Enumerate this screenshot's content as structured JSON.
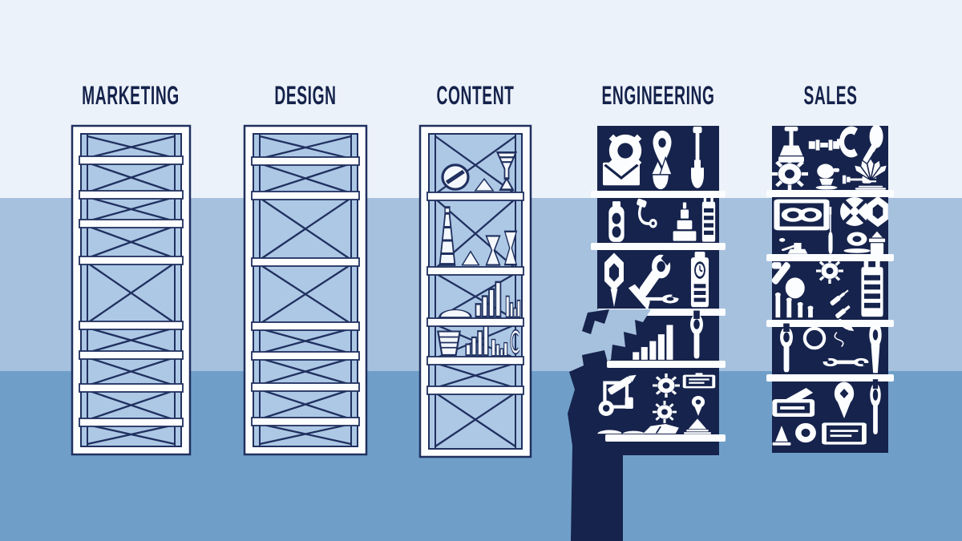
{
  "units": [
    {
      "id": "marketing",
      "label": "MARKETING",
      "shelf_style": "wireframe-empty",
      "icons_rows": []
    },
    {
      "id": "design",
      "label": "DESIGN",
      "shelf_style": "wireframe-empty",
      "icons_rows": []
    },
    {
      "id": "content",
      "label": "CONTENT",
      "shelf_style": "wireframe-partially-filled",
      "icons_rows": [
        [
          "no-entry",
          "mountain",
          "funnel-stand"
        ],
        [
          "radio-tower",
          "mountain",
          "hourglass",
          "hourglass"
        ],
        [
          "sun",
          "bar-chart-outline",
          "book-bars"
        ],
        [
          "bucket",
          "bar-chart-outline",
          "book-bars",
          "cup"
        ]
      ]
    },
    {
      "id": "engineering",
      "label": "ENGINEERING",
      "shelf_style": "solid-filled",
      "icons_rows": [
        [
          "life-ring",
          "map-pin",
          "shovel",
          "envelope",
          "vase-triangles"
        ],
        [
          "jar",
          "stethoscope",
          "tiered-stand",
          "server-tower"
        ],
        [
          "hex-pin",
          "wrench-hammer",
          "spanner",
          "clock-meter"
        ],
        [
          "bar-chart",
          "wrench"
        ],
        [
          "robot-arm",
          "gear",
          "id-card",
          "gear",
          "circle-pin",
          "rock-pile",
          "rock",
          "cone"
        ]
      ]
    },
    {
      "id": "sales",
      "label": "SALES",
      "shelf_style": "solid-filled",
      "icons_rows": [
        [
          "plunger",
          "pipe-connector",
          "c-wrench",
          "round-mace",
          "gear",
          "glove-mug",
          "plug-tool",
          "diamond-fan",
          "tray"
        ],
        [
          "infinity-sign",
          "robot-stand",
          "screwdriver",
          "segmented-ball",
          "hexagon-ring",
          "donut-dish",
          "gift-box"
        ],
        [
          "wrecking-crane",
          "gear",
          "post-pins",
          "cable-connectors",
          "server-tower"
        ],
        [
          "wrench",
          "ring",
          "marker-pen",
          "double-spanner",
          "pin-wrench"
        ],
        [
          "handle-sign",
          "location-pin",
          "wrench",
          "traffic-cone",
          "donut-ring",
          "business-card"
        ]
      ]
    }
  ],
  "colors": {
    "background_top": "#ecf2f9",
    "background_middle": "#a6c1de",
    "background_bottom": "#6f9fc9",
    "panel_navy": "#16234c",
    "frame_line": "#20305f",
    "shelf_fill": "#adc8e5",
    "icon_white": "#fbfdff",
    "outline_icon_fill": "#f4f8fd",
    "label_text": "#14224b"
  }
}
